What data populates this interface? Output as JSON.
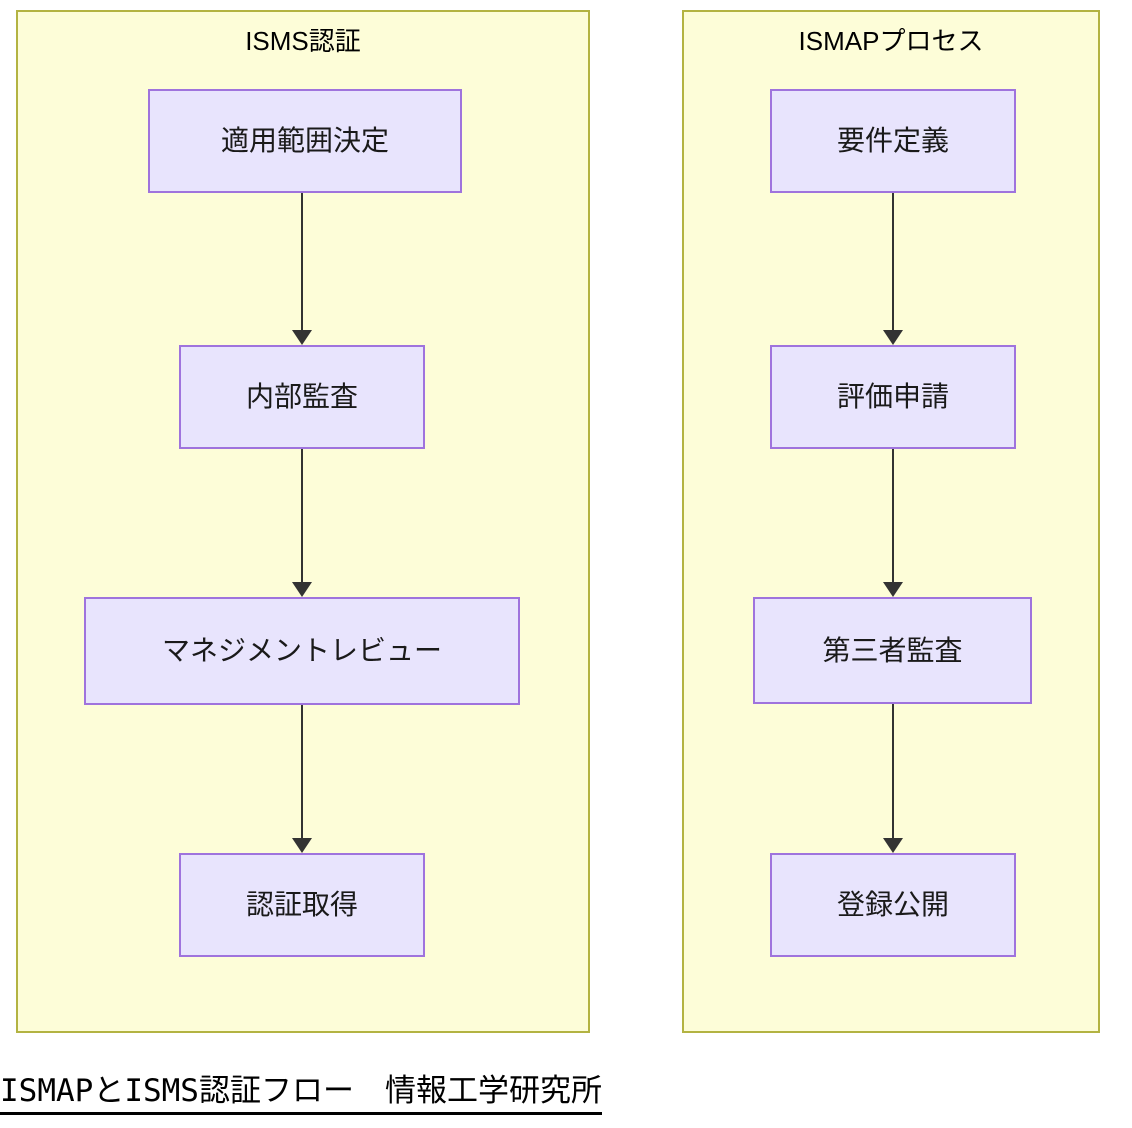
{
  "diagram": {
    "caption": "ISMAPとISMS認証フロー　情報工学研究所",
    "colors": {
      "panel_fill": "#fdfdd8",
      "panel_border": "#b3b342",
      "node_fill": "#e8e4fd",
      "node_border": "#9f73dd",
      "connector": "#333333",
      "text": "#000000",
      "background": "#ffffff"
    },
    "panels": [
      {
        "id": "isms",
        "title": "ISMS認証",
        "nodes": [
          {
            "id": "isms-1",
            "label": "適用範囲決定"
          },
          {
            "id": "isms-2",
            "label": "内部監査"
          },
          {
            "id": "isms-3",
            "label": "マネジメントレビュー"
          },
          {
            "id": "isms-4",
            "label": "認証取得"
          }
        ],
        "edges": [
          {
            "from": "適用範囲決定",
            "to": "内部監査"
          },
          {
            "from": "内部監査",
            "to": "マネジメントレビュー"
          },
          {
            "from": "マネジメントレビュー",
            "to": "認証取得"
          }
        ]
      },
      {
        "id": "ismap",
        "title": "ISMAPプロセス",
        "nodes": [
          {
            "id": "ismap-1",
            "label": "要件定義"
          },
          {
            "id": "ismap-2",
            "label": "評価申請"
          },
          {
            "id": "ismap-3",
            "label": "第三者監査"
          },
          {
            "id": "ismap-4",
            "label": "登録公開"
          }
        ],
        "edges": [
          {
            "from": "要件定義",
            "to": "評価申請"
          },
          {
            "from": "評価申請",
            "to": "第三者監査"
          },
          {
            "from": "第三者監査",
            "to": "登録公開"
          }
        ]
      }
    ]
  }
}
